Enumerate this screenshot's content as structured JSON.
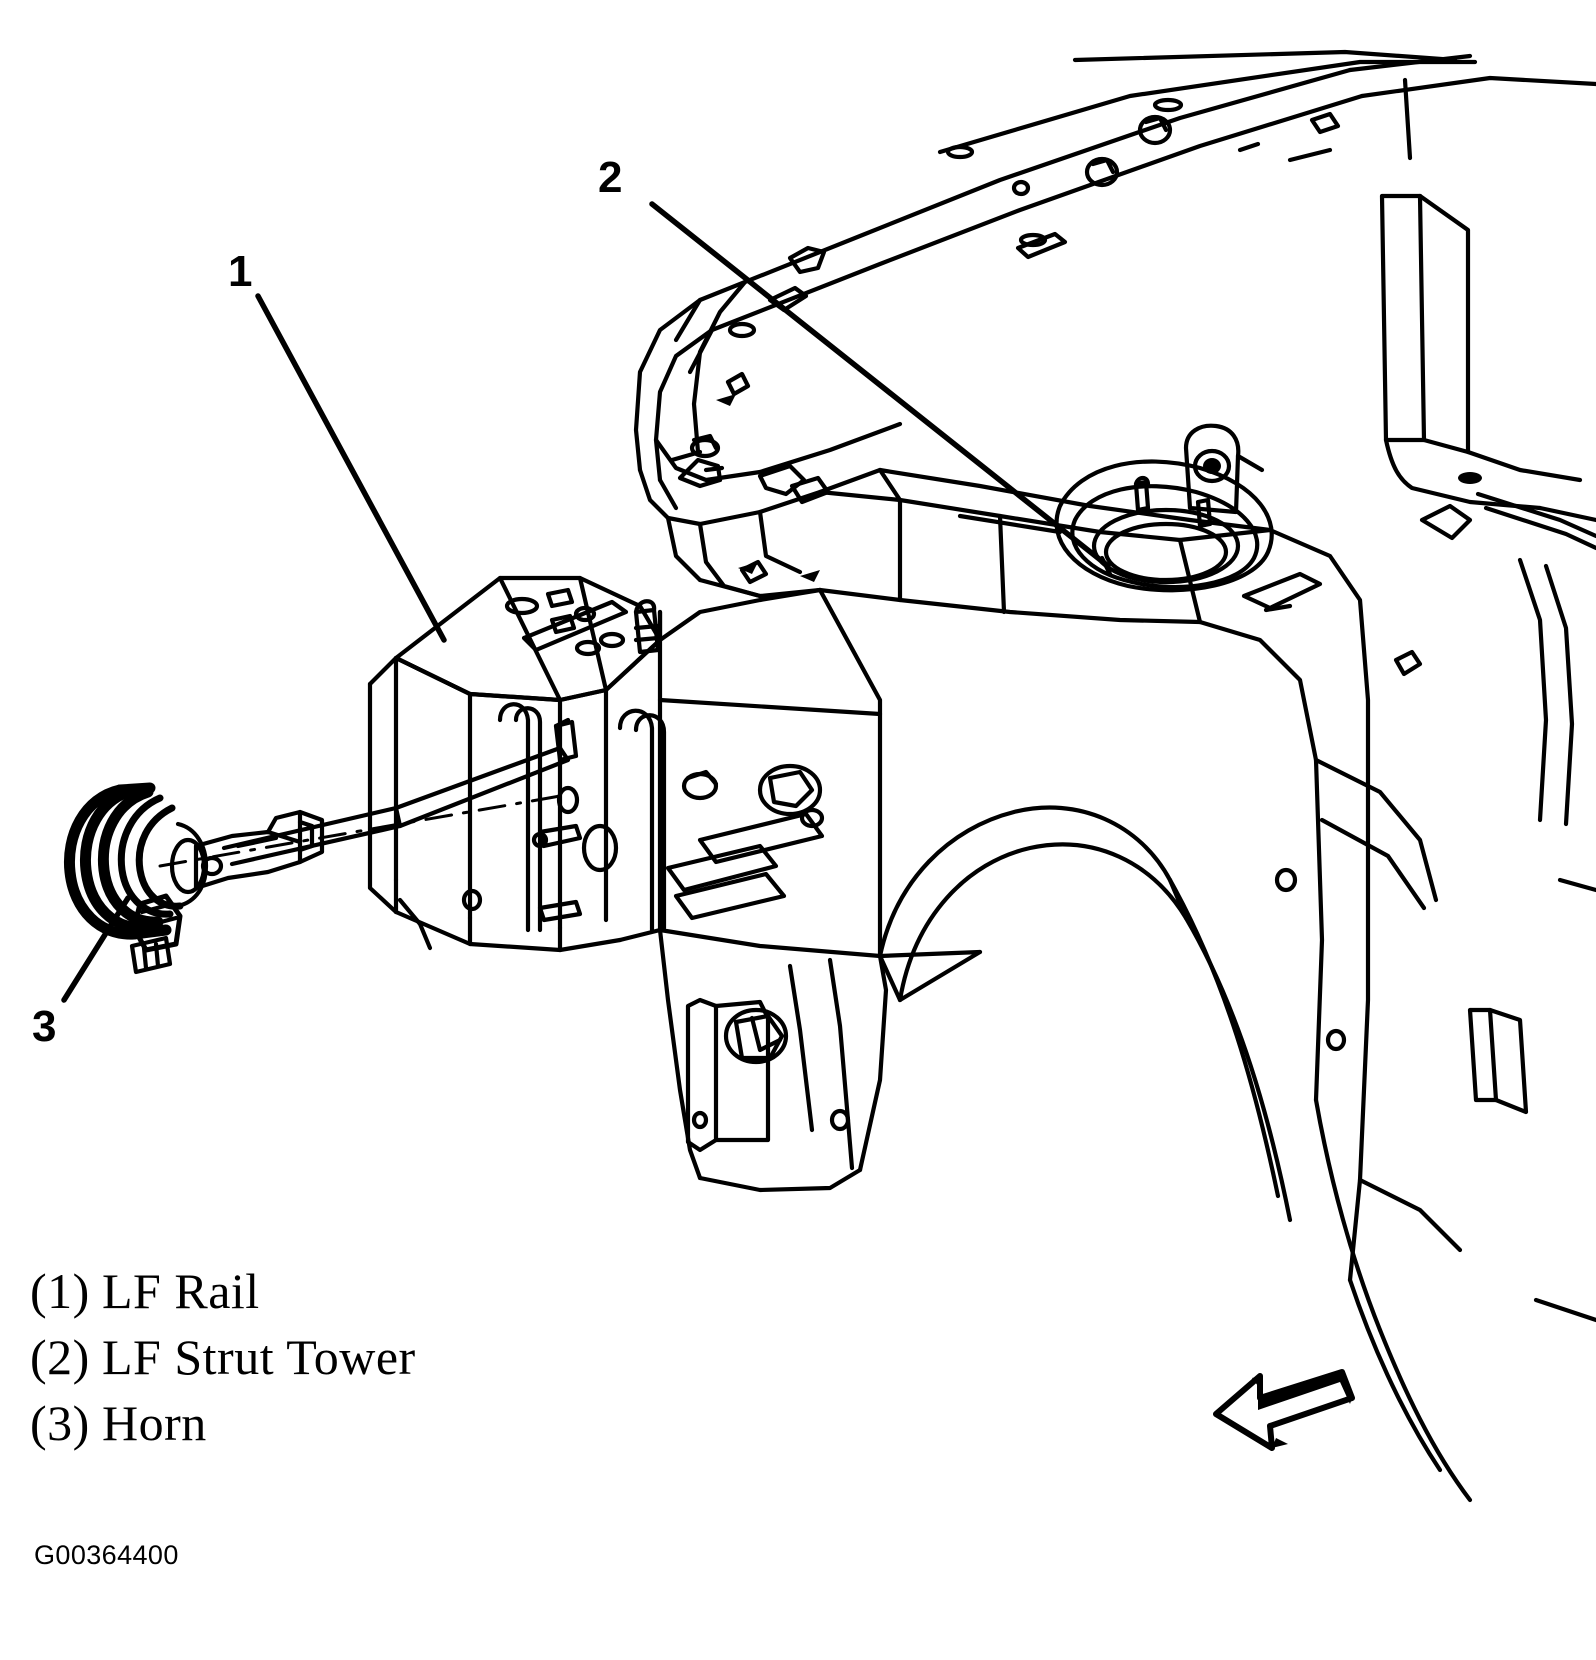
{
  "figure": {
    "code": "G00364400",
    "type": "technical-line-drawing",
    "subject": "Vehicle left front rail, strut tower and horn location"
  },
  "callouts": [
    {
      "id": "1",
      "label": "1",
      "points_to": "LF Rail"
    },
    {
      "id": "2",
      "label": "2",
      "points_to": "LF Strut Tower"
    },
    {
      "id": "3",
      "label": "3",
      "points_to": "Horn"
    }
  ],
  "legend": {
    "items": [
      {
        "num": "(1)",
        "text": "LF Rail"
      },
      {
        "num": "(2)",
        "text": "LF Strut Tower"
      },
      {
        "num": "(3)",
        "text": "Horn"
      }
    ]
  },
  "direction_arrow": {
    "name": "forward-direction-arrow",
    "points": "left"
  },
  "colors": {
    "ink": "#000000",
    "paper": "#ffffff"
  }
}
